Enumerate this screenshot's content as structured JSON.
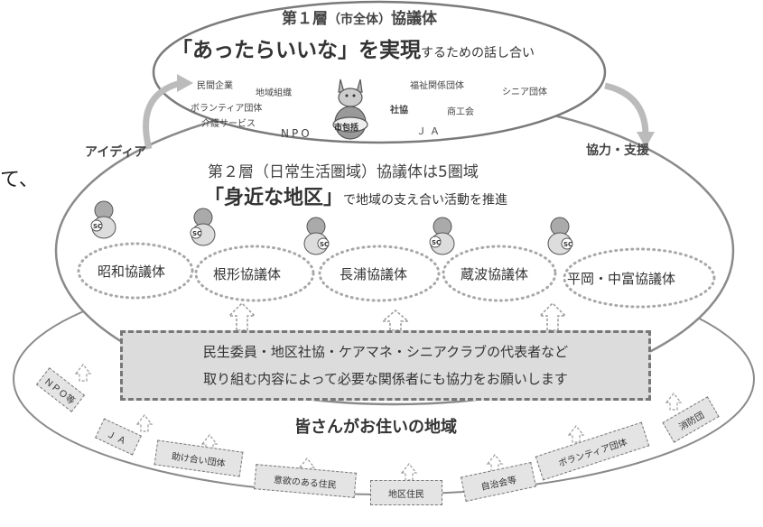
{
  "layer1": {
    "title_main": "第１層",
    "title_paren": "（市全体）",
    "title_end": "協議体",
    "quote": "「あったらいいな」を実現",
    "quote_tail": "するための話し合い",
    "members": [
      "民間企業",
      "地域組織",
      "福祉関係団体",
      "シニア団体",
      "ボランティア団体",
      "社協",
      "商工会",
      "介護サービス",
      "NPO",
      "ＪＡ"
    ],
    "mascot_badge": "市包括"
  },
  "left_arrow_label": "アイディア",
  "right_arrow_label": "協力・支援",
  "cut_text": "て、",
  "layer2": {
    "title": "第２層（日常生活圏域）協議体は5圏域",
    "quote": "「身近な地区」",
    "quote_tail": "で地域の支え合い活動を推進",
    "councils": [
      "昭和協議体",
      "根形協議体",
      "長浦協議体",
      "蔵波協議体",
      "平岡・中富協議体"
    ],
    "sc_badge": "SC"
  },
  "box": {
    "line1": "民生委員・地区社協・ケアマネ・シニアクラブの代表者など",
    "line2": "取り組む内容によって必要な関係者にも協力をお願いします"
  },
  "outer": {
    "title": "皆さんがお住いの地域",
    "tags": [
      "ＮＰＯ等",
      "ＪＡ",
      "助け合い団体",
      "意欲のある住民",
      "地区住民",
      "自治会等",
      "ボランティア団体",
      "消防団"
    ]
  },
  "colors": {
    "ring": "#8a8a8a",
    "box_fill": "#dcdcdc",
    "dots": "#a8a8a8"
  }
}
